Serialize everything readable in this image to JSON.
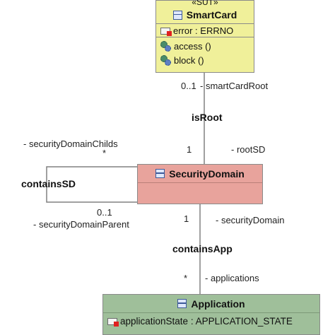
{
  "classes": {
    "smartcard": {
      "stereotype": "«SUT»",
      "name": "SmartCard",
      "attributes": [
        "error : ERRNO"
      ],
      "operations": [
        "access ()",
        "block ()"
      ],
      "fill": "#f0f09a"
    },
    "securitydomain": {
      "name": "SecurityDomain",
      "fill": "#e8a39c"
    },
    "application": {
      "name": "Application",
      "attributes": [
        "applicationState : APPLICATION_STATE"
      ],
      "fill": "#9fbf9a"
    }
  },
  "associations": {
    "isRoot": {
      "name": "isRoot",
      "top_multiplicity": "0..1",
      "top_role": "- smartCardRoot",
      "bottom_multiplicity": "1",
      "bottom_role": "- rootSD"
    },
    "containsSD": {
      "name": "containsSD",
      "top_role": "- securityDomainChilds",
      "top_multiplicity": "*",
      "bottom_multiplicity": "0..1",
      "bottom_role": "- securityDomainParent"
    },
    "containsApp": {
      "name": "containsApp",
      "top_multiplicity": "1",
      "top_role": "- securityDomain",
      "bottom_multiplicity": "*",
      "bottom_role": "- applications"
    }
  },
  "colors": {
    "line": "#808080",
    "border": "#8a8a8a"
  }
}
